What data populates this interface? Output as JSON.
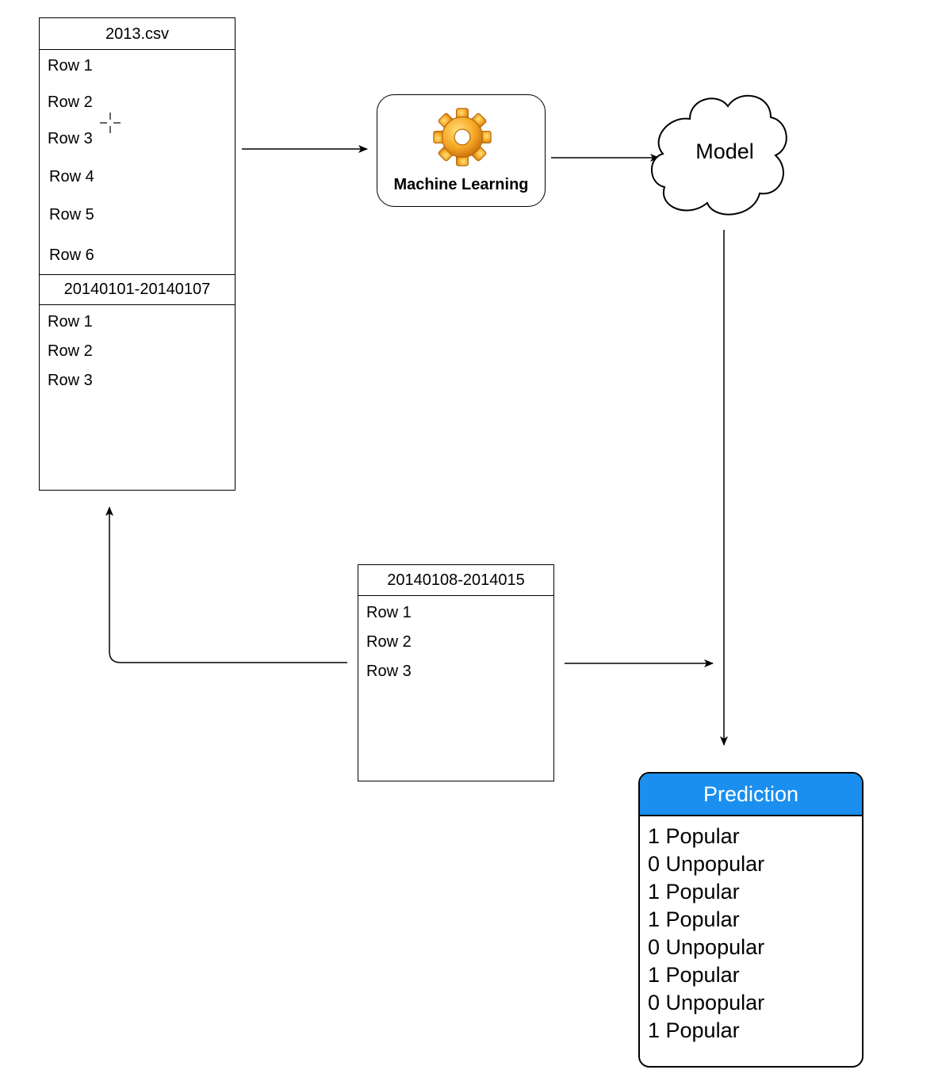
{
  "train_table": {
    "header": "2013.csv",
    "rows": [
      "Row 1",
      "Row 2",
      "Row 3",
      "Row 4",
      "Row 5",
      "Row 6"
    ],
    "subheader": "20140101-20140107",
    "subrows": [
      "Row 1",
      "Row 2",
      "Row 3"
    ]
  },
  "ml_process": {
    "label": "Machine Learning",
    "icon": "gear-icon"
  },
  "model": {
    "label": "Model"
  },
  "test_table": {
    "header": "20140108-2014015",
    "rows": [
      "Row 1",
      "Row 2",
      "Row 3"
    ]
  },
  "prediction": {
    "title": "Prediction",
    "rows": [
      "1 Popular",
      "0 Unpopular",
      "1 Popular",
      "1 Popular",
      "0 Unpopular",
      "1 Popular",
      "0 Unpopular",
      "1 Popular"
    ],
    "header_color": "#1a8fef"
  }
}
